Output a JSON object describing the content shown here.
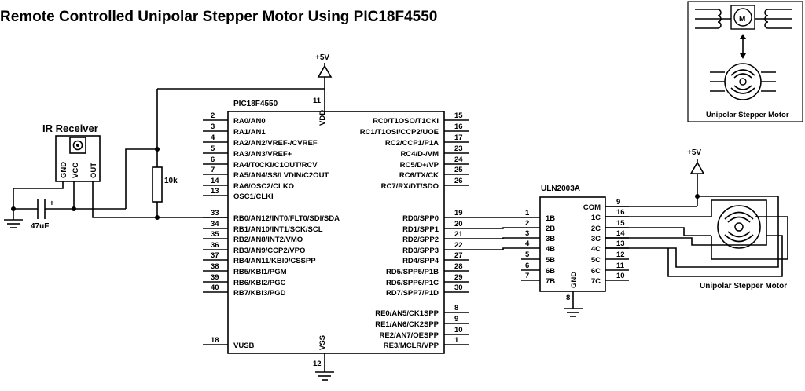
{
  "title": "Remote Controlled Unipolar Stepper Motor Using PIC18F4550",
  "mcu": {
    "name": "PIC18F4550",
    "vdd_label": "VDD",
    "vss_label": "VSS",
    "vdd_pin": "11",
    "vss_pin": "12",
    "left_pins": [
      {
        "num": "2",
        "label": "RA0/AN0"
      },
      {
        "num": "3",
        "label": "RA1/AN1"
      },
      {
        "num": "4",
        "label": "RA2/AN2/VREF-/CVREF"
      },
      {
        "num": "5",
        "label": "RA3/AN3/VREF+"
      },
      {
        "num": "6",
        "label": "RA4/T0CKI/C1OUT/RCV"
      },
      {
        "num": "7",
        "label": "RA5/AN4/SS/LVDIN/C2OUT"
      },
      {
        "num": "14",
        "label": "RA6/OSC2/CLKO"
      },
      {
        "num": "13",
        "label": "OSC1/CLKI"
      },
      {
        "num": "33",
        "label": "RB0/AN12/INT0/FLT0/SDI/SDA"
      },
      {
        "num": "34",
        "label": "RB1/AN10/INT1/SCK/SCL"
      },
      {
        "num": "35",
        "label": "RB2/AN8/INT2/VMO"
      },
      {
        "num": "36",
        "label": "RB3/AN9/CCP2/VPO"
      },
      {
        "num": "37",
        "label": "RB4/AN11/KBI0/CSSPP"
      },
      {
        "num": "38",
        "label": "RB5/KBI1/PGM"
      },
      {
        "num": "39",
        "label": "RB6/KBI2/PGC"
      },
      {
        "num": "40",
        "label": "RB7/KBI3/PGD"
      },
      {
        "num": "18",
        "label": "VUSB"
      }
    ],
    "right_pins": [
      {
        "num": "15",
        "label": "RC0/T1OSO/T1CKI"
      },
      {
        "num": "16",
        "label": "RC1/T1OSI/CCP2/UOE"
      },
      {
        "num": "17",
        "label": "RC2/CCP1/P1A"
      },
      {
        "num": "23",
        "label": "RC4/D-/VM"
      },
      {
        "num": "24",
        "label": "RC5/D+/VP"
      },
      {
        "num": "25",
        "label": "RC6/TX/CK"
      },
      {
        "num": "26",
        "label": "RC7/RX/DT/SDO"
      },
      {
        "num": "19",
        "label": "RD0/SPP0"
      },
      {
        "num": "20",
        "label": "RD1/SPP1"
      },
      {
        "num": "21",
        "label": "RD2/SPP2"
      },
      {
        "num": "22",
        "label": "RD3/SPP3"
      },
      {
        "num": "27",
        "label": "RD4/SPP4"
      },
      {
        "num": "28",
        "label": "RD5/SPP5/P1B"
      },
      {
        "num": "29",
        "label": "RD6/SPP6/P1C"
      },
      {
        "num": "30",
        "label": "RD7/SPP7/P1D"
      },
      {
        "num": "8",
        "label": "RE0/AN5/CK1SPP"
      },
      {
        "num": "9",
        "label": "RE1/AN6/CK2SPP"
      },
      {
        "num": "10",
        "label": "RE2/AN7/OESPP"
      },
      {
        "num": "1",
        "label": "RE3/MCLR/VPP"
      }
    ]
  },
  "driver": {
    "name": "ULN2003A",
    "gnd_label": "GND",
    "gnd_pin": "8",
    "inputs": [
      {
        "num": "1",
        "label": "1B"
      },
      {
        "num": "2",
        "label": "2B"
      },
      {
        "num": "3",
        "label": "3B"
      },
      {
        "num": "4",
        "label": "4B"
      },
      {
        "num": "5",
        "label": "5B"
      },
      {
        "num": "6",
        "label": "6B"
      },
      {
        "num": "7",
        "label": "7B"
      }
    ],
    "outputs": [
      {
        "num": "9",
        "label": "COM"
      },
      {
        "num": "16",
        "label": "1C"
      },
      {
        "num": "15",
        "label": "2C"
      },
      {
        "num": "14",
        "label": "3C"
      },
      {
        "num": "13",
        "label": "4C"
      },
      {
        "num": "12",
        "label": "5C"
      },
      {
        "num": "11",
        "label": "6C"
      },
      {
        "num": "10",
        "label": "7C"
      }
    ]
  },
  "ir_receiver": {
    "title": "IR Receiver",
    "pins": [
      "GND",
      "VCC",
      "OUT"
    ]
  },
  "resistor": {
    "value": "10k"
  },
  "capacitor": {
    "value": "47uF",
    "polarity": "+"
  },
  "supply": {
    "label1": "+5V",
    "label2": "+5V"
  },
  "motor": {
    "label": "Unipolar Stepper Motor"
  },
  "inset": {
    "label": "Unipolar Stepper Motor",
    "motor_letter": "M"
  }
}
